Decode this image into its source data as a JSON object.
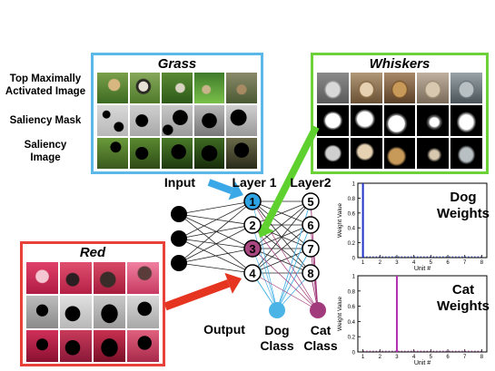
{
  "row_labels": {
    "top": "Top Maximally\nActivated Image",
    "mask": "Saliency Mask",
    "image": "Saliency\nImage"
  },
  "panels": {
    "grass": {
      "title": "Grass",
      "border": "#5bb8e8"
    },
    "whiskers": {
      "title": "Whiskers",
      "border": "#6dd23a"
    },
    "red": {
      "title": "Red",
      "border": "#e8413a"
    }
  },
  "network": {
    "input_label": "Input",
    "layer1_label": "Layer 1",
    "layer2_label": "Layer2",
    "output_label": "Output",
    "layer1_units": [
      "1",
      "2",
      "3",
      "4"
    ],
    "layer2_units": [
      "5",
      "6",
      "7",
      "8"
    ],
    "dog_class_label": "Dog\nClass",
    "cat_class_label": "Cat\nClass",
    "colors": {
      "dog": "#4bb4e6",
      "cat": "#a23b7c",
      "unit1": "#2ea3e3",
      "unit3": "#a8467f",
      "arrow_blue": "#3aa8e6",
      "arrow_green": "#5fd12e",
      "arrow_red": "#e5341f"
    }
  },
  "chart_data": [
    {
      "type": "bar",
      "title": "Dog\nWeights",
      "xlabel": "Unit #",
      "ylabel": "Weight Value",
      "x": [
        1,
        2,
        3,
        4,
        5,
        6,
        7,
        8
      ],
      "values": [
        1.0,
        0,
        0,
        0,
        0,
        0,
        0,
        0
      ],
      "xticks": [
        "1",
        "2",
        "3",
        "4",
        "5",
        "6",
        "7",
        "8"
      ],
      "yticks": [
        "0",
        "0.2",
        "0.4",
        "0.6",
        "0.8",
        "1"
      ],
      "ylim": [
        0,
        1
      ],
      "color": "#1f35c8"
    },
    {
      "type": "bar",
      "title": "Cat\nWeights",
      "xlabel": "Unit #",
      "ylabel": "Weight Value",
      "x": [
        1,
        2,
        3,
        4,
        5,
        6,
        7,
        8
      ],
      "values": [
        0,
        0,
        1.0,
        0,
        0,
        0,
        0,
        0
      ],
      "xticks": [
        "1",
        "2",
        "3",
        "4",
        "5",
        "6",
        "7",
        "8"
      ],
      "yticks": [
        "0",
        "0.2",
        "0.4",
        "0.6",
        "0.8",
        "1"
      ],
      "ylim": [
        0,
        1
      ],
      "color": "#b22fb0"
    }
  ]
}
